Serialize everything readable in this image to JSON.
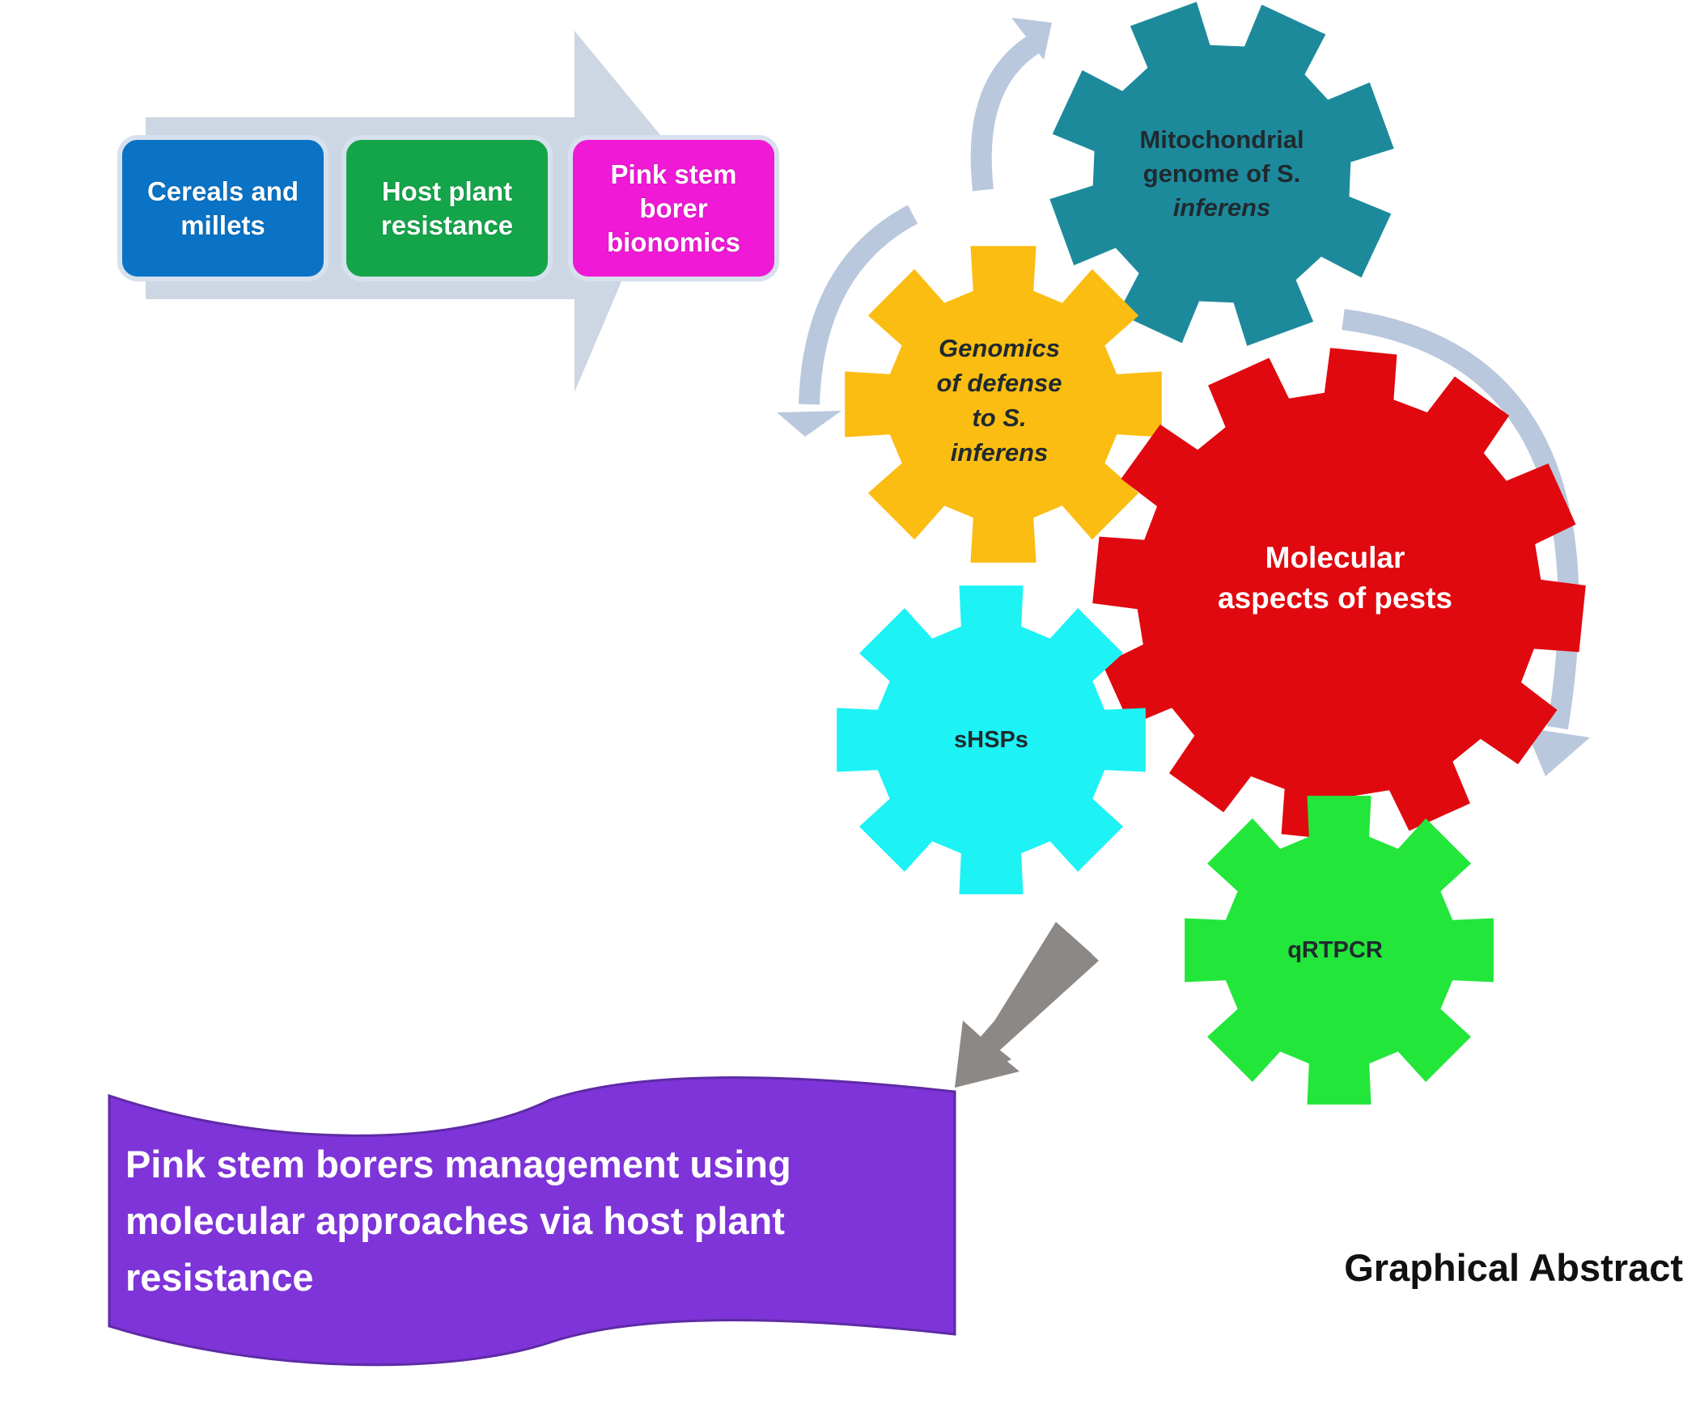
{
  "flow_boxes": [
    {
      "label": "Cereals and millets",
      "lines": [
        "Cereals and",
        "millets"
      ],
      "color": "#0a73c6"
    },
    {
      "label": "Host plant resistance",
      "lines": [
        "Host plant",
        "resistance"
      ],
      "color": "#14a54a"
    },
    {
      "label": "Pink stem borer bionomics",
      "lines": [
        "Pink stem",
        "borer",
        "bionomics"
      ],
      "color": "#f019d6"
    }
  ],
  "gears": {
    "mitochondrial": {
      "lines": [
        "Mitochondrial",
        "genome of S.",
        "inferens"
      ],
      "color": "#1d8a9c"
    },
    "genomics": {
      "lines": [
        "Genomics",
        "of defense",
        "to S.",
        "inferens"
      ],
      "color": "#fbbd12"
    },
    "molecular": {
      "lines": [
        "Molecular",
        "aspects of pests"
      ],
      "color": "#e0090f"
    },
    "shsps": {
      "label": "sHSPs",
      "color": "#1df2f4"
    },
    "qrtpcr": {
      "label": "qRTPCR",
      "color": "#22e63a"
    }
  },
  "banner": {
    "lines": [
      "Pink stem borers management using",
      "molecular approaches via host plant",
      "resistance"
    ],
    "color": "#7e34d8"
  },
  "footer_title": "Graphical Abstract",
  "colors": {
    "flow_arrow": "#cdd6e3",
    "cycle_arrows": "#b9c8dc",
    "pointer_arrow": "#8c8886"
  }
}
